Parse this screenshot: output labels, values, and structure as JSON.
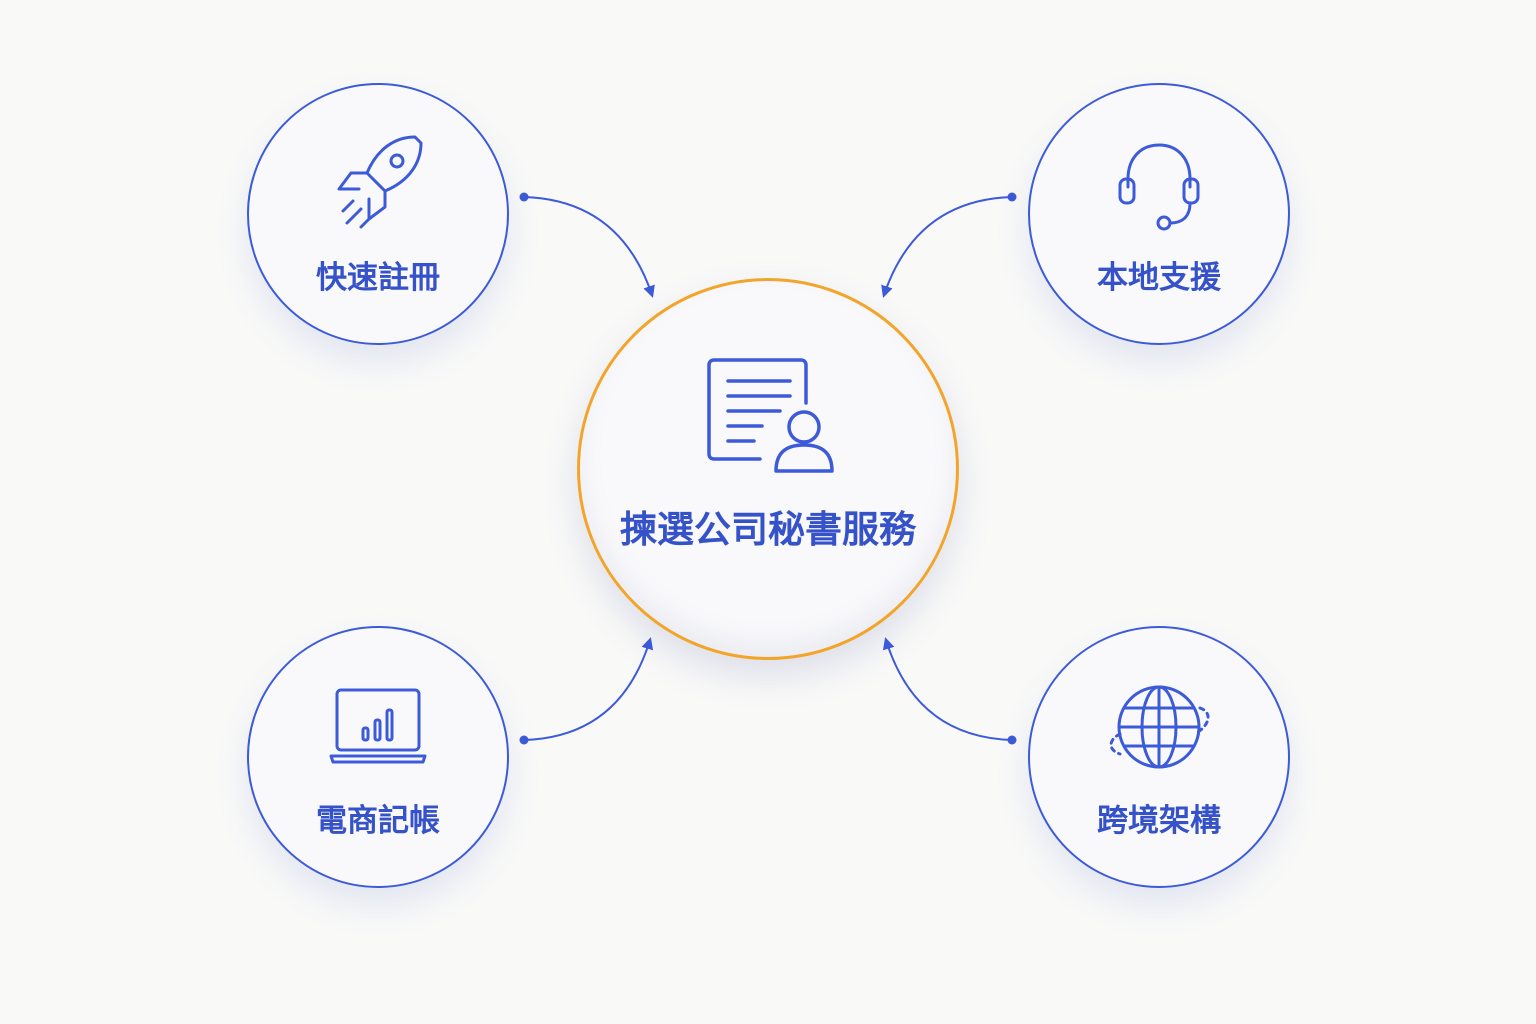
{
  "diagram": {
    "center": {
      "label": "揀選公司秘書服務",
      "icon": "document-person-icon"
    },
    "nodes": [
      {
        "id": "register",
        "label": "快速註冊",
        "icon": "rocket-icon"
      },
      {
        "id": "support",
        "label": "本地支援",
        "icon": "headset-icon"
      },
      {
        "id": "ecommerce",
        "label": "電商記帳",
        "icon": "laptop-chart-icon"
      },
      {
        "id": "crossborder",
        "label": "跨境架構",
        "icon": "globe-orbit-icon"
      }
    ]
  },
  "colors": {
    "primary": "#3d5bd9",
    "text": "#3552c8",
    "center_border": "#f2a52a",
    "background": "#f9f9f8"
  }
}
